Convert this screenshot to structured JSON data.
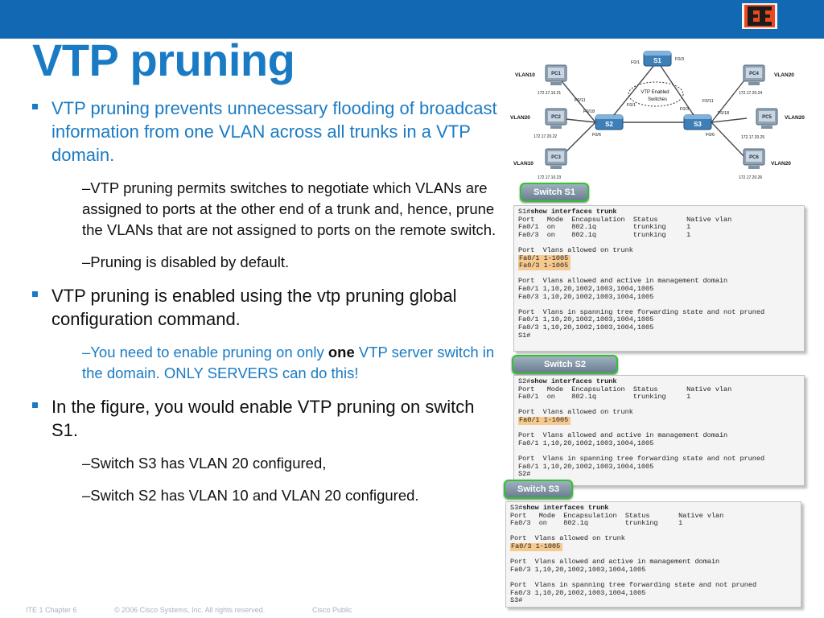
{
  "slide": {
    "title": "VTP pruning",
    "brand_color": "#1268b3",
    "footer": {
      "course": "ITE 1 Chapter 6",
      "copyright": "© 2006 Cisco Systems, Inc. All rights reserved.",
      "classification": "Cisco Public"
    }
  },
  "bullets": {
    "b1": "VTP pruning prevents unnecessary flooding of broadcast information from one VLAN across all trunks in a VTP domain.",
    "b1_sub1": "–VTP pruning permits switches to negotiate which VLANs are assigned to ports at the other end of a trunk and, hence, prune the VLANs that are not assigned to ports on the remote switch.",
    "b1_sub2": "–Pruning is disabled by default.",
    "b2": "VTP pruning is enabled using the vtp pruning global configuration command.",
    "b2_sub_pre": "–You need to enable pruning on only ",
    "b2_sub_bold": "one",
    "b2_sub_post": " VTP server switch in the domain. ONLY SERVERS can do this!",
    "b3": "In the figure, you would enable VTP pruning on switch S1.",
    "b3_sub1": "–Switch S3 has VLAN 20 configured,",
    "b3_sub2": "–Switch S2 has VLAN 10 and VLAN 20 configured."
  },
  "topology": {
    "s1": "S1",
    "s2": "S2",
    "s3": "S3",
    "s1_p1": "F0/1",
    "s1_p2": "F0/3",
    "s2_p1": "F0/18",
    "s2_p2": "F0/11",
    "s2_p3": "F0/1",
    "s2_p4": "F0/6",
    "s3_p1": "F0/3",
    "s3_p2": "F0/11",
    "s3_p3": "F0/18",
    "s3_p4": "F0/6",
    "vtp_label_1": "VTP Enabled",
    "vtp_label_2": "Switches",
    "pcs": [
      {
        "name": "PC1",
        "ip": "172.17.10.21",
        "vlan": "VLAN10"
      },
      {
        "name": "PC2",
        "ip": "172.17.20.22",
        "vlan": "VLAN20"
      },
      {
        "name": "PC3",
        "ip": "172.17.10.23",
        "vlan": "VLAN10"
      },
      {
        "name": "PC4",
        "ip": "172.17.20.24",
        "vlan": "VLAN20"
      },
      {
        "name": "PC5",
        "ip": "172.17.20.25",
        "vlan": "VLAN20"
      },
      {
        "name": "PC6",
        "ip": "172.17.20.26",
        "vlan": "VLAN20"
      }
    ]
  },
  "cli_s1": {
    "tag": "Switch S1",
    "prompt": "S1#",
    "cmd": "show interfaces trunk",
    "hdr": "Port   Mode  Encapsulation  Status       Native vlan",
    "r1": "Fa0/1  on    802.1q         trunking     1",
    "r2": "Fa0/3  on    802.1q         trunking     1",
    "allowed": "Port  Vlans allowed on trunk",
    "allowed_r1": "Fa0/1 1-1005",
    "allowed_r2": "Fa0/3 1-1005",
    "active": "Port  Vlans allowed and active in management domain",
    "active_r1": "Fa0/1 1,10,20,1002,1003,1004,1005",
    "active_r2": "Fa0/3 1,10,20,1002,1003,1004,1005",
    "stp": "Port  Vlans in spanning tree forwarding state and not pruned",
    "stp_r1": "Fa0/1 1,10,20,1002,1003,1004,1005",
    "stp_r2": "Fa0/3 1,10,20,1002,1003,1004,1005",
    "end": "S1#"
  },
  "cli_s2": {
    "tag": "Switch S2",
    "prompt": "S2#",
    "cmd": "show interfaces trunk",
    "hdr": "Port   Mode  Encapsulation  Status       Native vlan",
    "r1": "Fa0/1  on    802.1q         trunking     1",
    "allowed": "Port  Vlans allowed on trunk",
    "allowed_r1": "Fa0/1 1-1005",
    "active": "Port  Vlans allowed and active in management domain",
    "active_r1": "Fa0/1 1,10,20,1002,1003,1004,1005",
    "stp": "Port  Vlans in spanning tree forwarding state and not pruned",
    "stp_r1": "Fa0/1 1,10,20,1002,1003,1004,1005",
    "end": "S2#"
  },
  "cli_s3": {
    "tag": "Switch S3",
    "prompt": "S3#",
    "cmd": "show interfaces trunk",
    "hdr": "Port   Mode  Encapsulation  Status       Native vlan",
    "r1": "Fa0/3  on    802.1q         trunking     1",
    "allowed": "Port  Vlans allowed on trunk",
    "allowed_r1": "Fa0/3 1-1005",
    "active": "Port  Vlans allowed and active in management domain",
    "active_r1": "Fa0/3 1,10,20,1002,1003,1004,1005",
    "stp": "Port  Vlans in spanning tree forwarding state and not pruned",
    "stp_r1": "Fa0/3 1,10,20,1002,1003,1004,1005",
    "end": "S3#"
  }
}
